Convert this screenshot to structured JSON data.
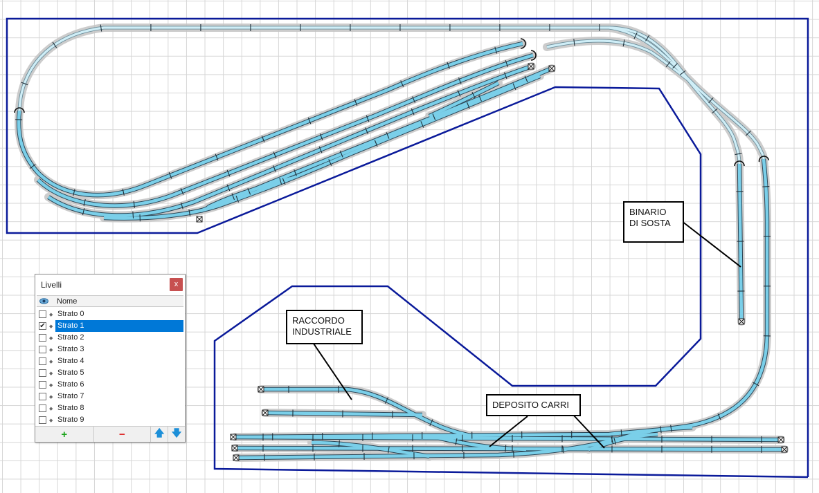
{
  "colors": {
    "boundary": "#0a1a9a",
    "track_fill": "#6ec8e6",
    "track_dark": "#233a4a",
    "ballast": "#bdbdbd",
    "accent_selected": "#0078d7"
  },
  "labels": {
    "binario": "BINARIO\nDI SOSTA",
    "raccordo": "RACCORDO\nINDUSTRIALE",
    "deposito": "DEPOSITO CARRI"
  },
  "panel": {
    "title": "Livelli",
    "close": "x",
    "header_name": "Nome",
    "layers": [
      {
        "name": "Strato 0",
        "checked": false
      },
      {
        "name": "Strato 1",
        "checked": true,
        "selected": true
      },
      {
        "name": "Strato 2",
        "checked": false
      },
      {
        "name": "Strato 3",
        "checked": false
      },
      {
        "name": "Strato 4",
        "checked": false
      },
      {
        "name": "Strato 5",
        "checked": false
      },
      {
        "name": "Strato 6",
        "checked": false
      },
      {
        "name": "Strato 7",
        "checked": false
      },
      {
        "name": "Strato 8",
        "checked": false
      },
      {
        "name": "Strato 9",
        "checked": false
      }
    ],
    "footer": {
      "add": "+",
      "remove": "−",
      "up": "🡅",
      "down": "🡇"
    }
  }
}
